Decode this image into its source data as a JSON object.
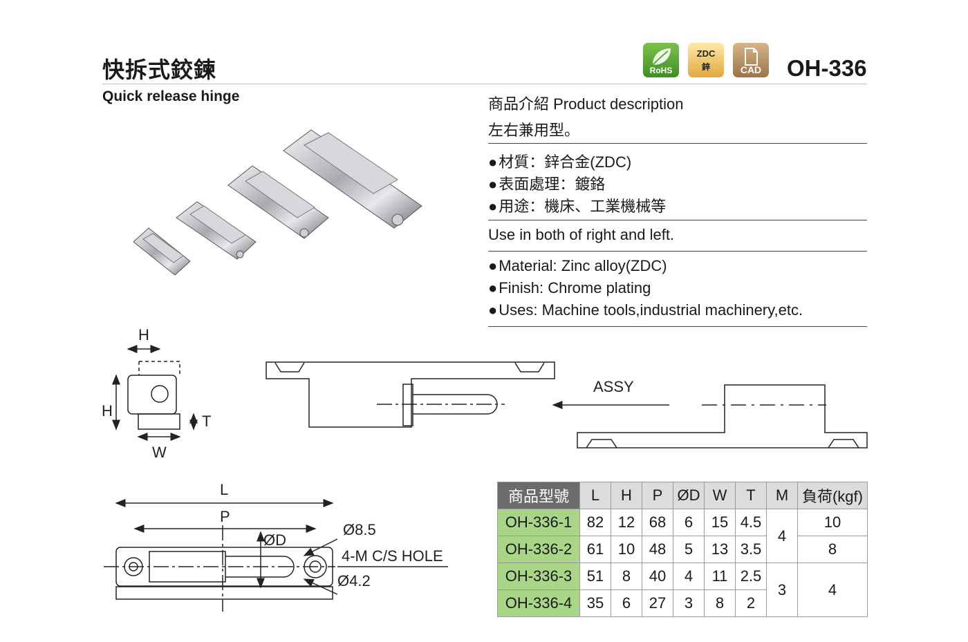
{
  "header": {
    "title_cn": "快拆式鉸鍊",
    "title_en": "Quick release hinge",
    "model": "OH-336",
    "badges": [
      {
        "label": "RoHS",
        "icon": "leaf-icon",
        "color": "#5aa832"
      },
      {
        "label": "ZDC",
        "sub": "鋅",
        "icon": "zdc-icon",
        "color": "#e9b44c"
      },
      {
        "label": "CAD",
        "icon": "document-icon",
        "color": "#b58c5e"
      }
    ]
  },
  "description": {
    "heading": "商品介紹 Product description",
    "summary_cn": "左右兼用型。",
    "bullets_cn": [
      "材質：鋅合金(ZDC)",
      "表面處理：鍍鉻",
      "用途：機床、工業機械等"
    ],
    "summary_en": "Use in both of right and left.",
    "bullets_en": [
      "Material: Zinc alloy(ZDC)",
      "Finish: Chrome plating",
      "Uses: Machine tools,industrial machinery,etc."
    ]
  },
  "drawing": {
    "side_labels": {
      "h_top": "H",
      "h_left": "H",
      "t": "T",
      "w": "W"
    },
    "assy_label": "ASSY",
    "plan_labels": {
      "l": "L",
      "p": "P",
      "od": "ØD",
      "d85": "Ø8.5",
      "hole": "4-M C/S HOLE",
      "d42": "Ø4.2"
    }
  },
  "table": {
    "headers": [
      "商品型號",
      "L",
      "H",
      "P",
      "ØD",
      "W",
      "T",
      "M",
      "負荷(kgf)"
    ],
    "rows": [
      {
        "model": "OH-336-1",
        "L": "82",
        "H": "12",
        "P": "68",
        "D": "6",
        "W": "15",
        "T": "4.5"
      },
      {
        "model": "OH-336-2",
        "L": "61",
        "H": "10",
        "P": "48",
        "D": "5",
        "W": "13",
        "T": "3.5"
      },
      {
        "model": "OH-336-3",
        "L": "51",
        "H": "8",
        "P": "40",
        "D": "4",
        "W": "11",
        "T": "2.5"
      },
      {
        "model": "OH-336-4",
        "L": "35",
        "H": "6",
        "P": "27",
        "D": "3",
        "W": "8",
        "T": "2"
      }
    ],
    "m_groups": [
      "4",
      "3"
    ],
    "loads": [
      "10",
      "8",
      "4"
    ]
  }
}
